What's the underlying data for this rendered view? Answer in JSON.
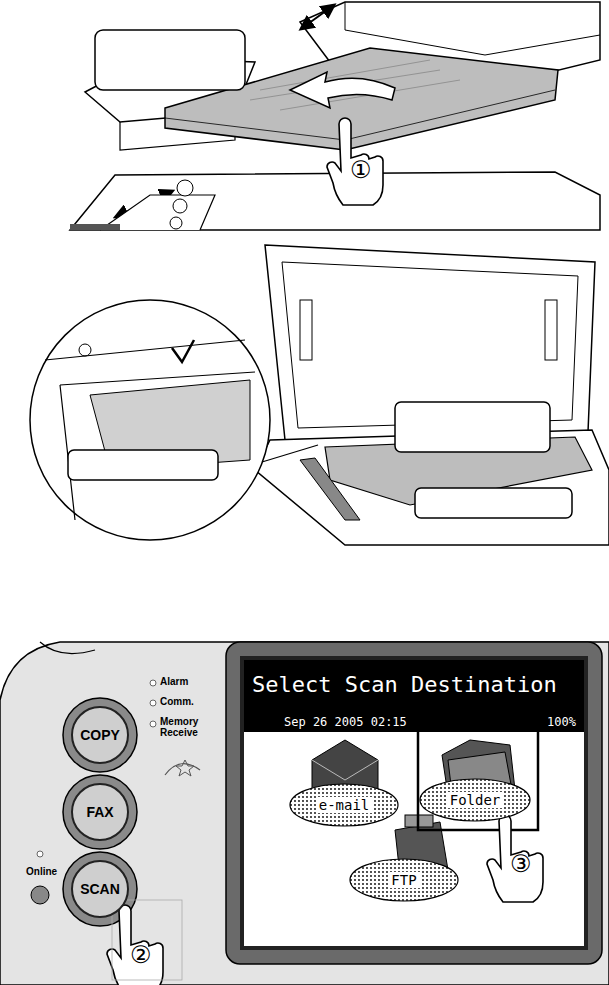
{
  "diagram": {
    "nodes": [
      {
        "text": [
          "COPY"
        ]
      },
      {
        "text": [
          "FAX"
        ]
      },
      {
        "text": [
          "SCAN"
        ]
      },
      {
        "text": [
          "Select Scan Destination",
          "Sep 26 2005 02:15",
          "100%"
        ]
      },
      {
        "text": [
          "e-mail"
        ],
        "in": 3
      },
      {
        "text": [
          "Folder"
        ],
        "in": 3
      },
      {
        "text": [
          "FTP"
        ],
        "in": 3
      }
    ],
    "labels": [
      "①",
      "②",
      "③",
      "Alarm",
      "Comm.",
      "Memory Receive",
      "Online"
    ]
  }
}
